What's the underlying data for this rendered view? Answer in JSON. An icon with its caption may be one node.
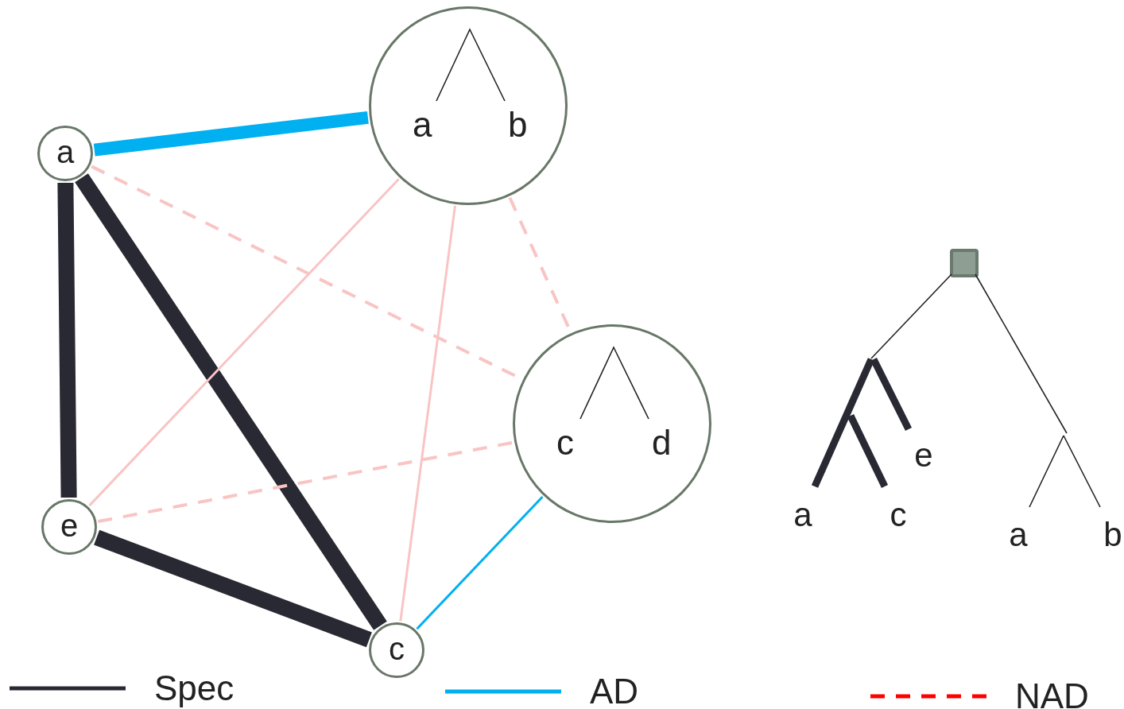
{
  "diagram": {
    "nodes": [
      {
        "text": [
          "a"
        ]
      },
      {
        "text": [
          "a",
          "b"
        ]
      },
      {
        "text": [
          "c",
          "d"
        ]
      },
      {
        "text": [
          "e"
        ]
      },
      {
        "text": [
          "c"
        ]
      }
    ],
    "edges": [
      {
        "from": 0,
        "to": 1,
        "arrow": "none",
        "style": "thick",
        "color": "#00b0f0"
      },
      {
        "from": 0,
        "to": 3,
        "arrow": "none",
        "style": "thick",
        "color": "#292933"
      },
      {
        "from": 0,
        "to": 4,
        "arrow": "none",
        "style": "thick",
        "color": "#292933"
      },
      {
        "from": 3,
        "to": 4,
        "arrow": "none",
        "style": "thick",
        "color": "#292933"
      },
      {
        "from": 0,
        "to": 2,
        "arrow": "none",
        "style": "dashed"
      },
      {
        "from": 1,
        "to": 3,
        "arrow": "none"
      },
      {
        "from": 1,
        "to": 4,
        "arrow": "none"
      },
      {
        "from": 1,
        "to": 2,
        "arrow": "none",
        "style": "dashed"
      },
      {
        "from": 3,
        "to": 2,
        "arrow": "none",
        "style": "dashed"
      },
      {
        "from": 2,
        "to": 4,
        "arrow": "none",
        "color": "#00b0f0"
      }
    ],
    "labels": [
      "a",
      "c",
      "e",
      "a",
      "b"
    ],
    "legend": [
      {
        "text": "Spec"
      },
      {
        "text": "AD"
      },
      {
        "text": "NAD"
      }
    ]
  }
}
